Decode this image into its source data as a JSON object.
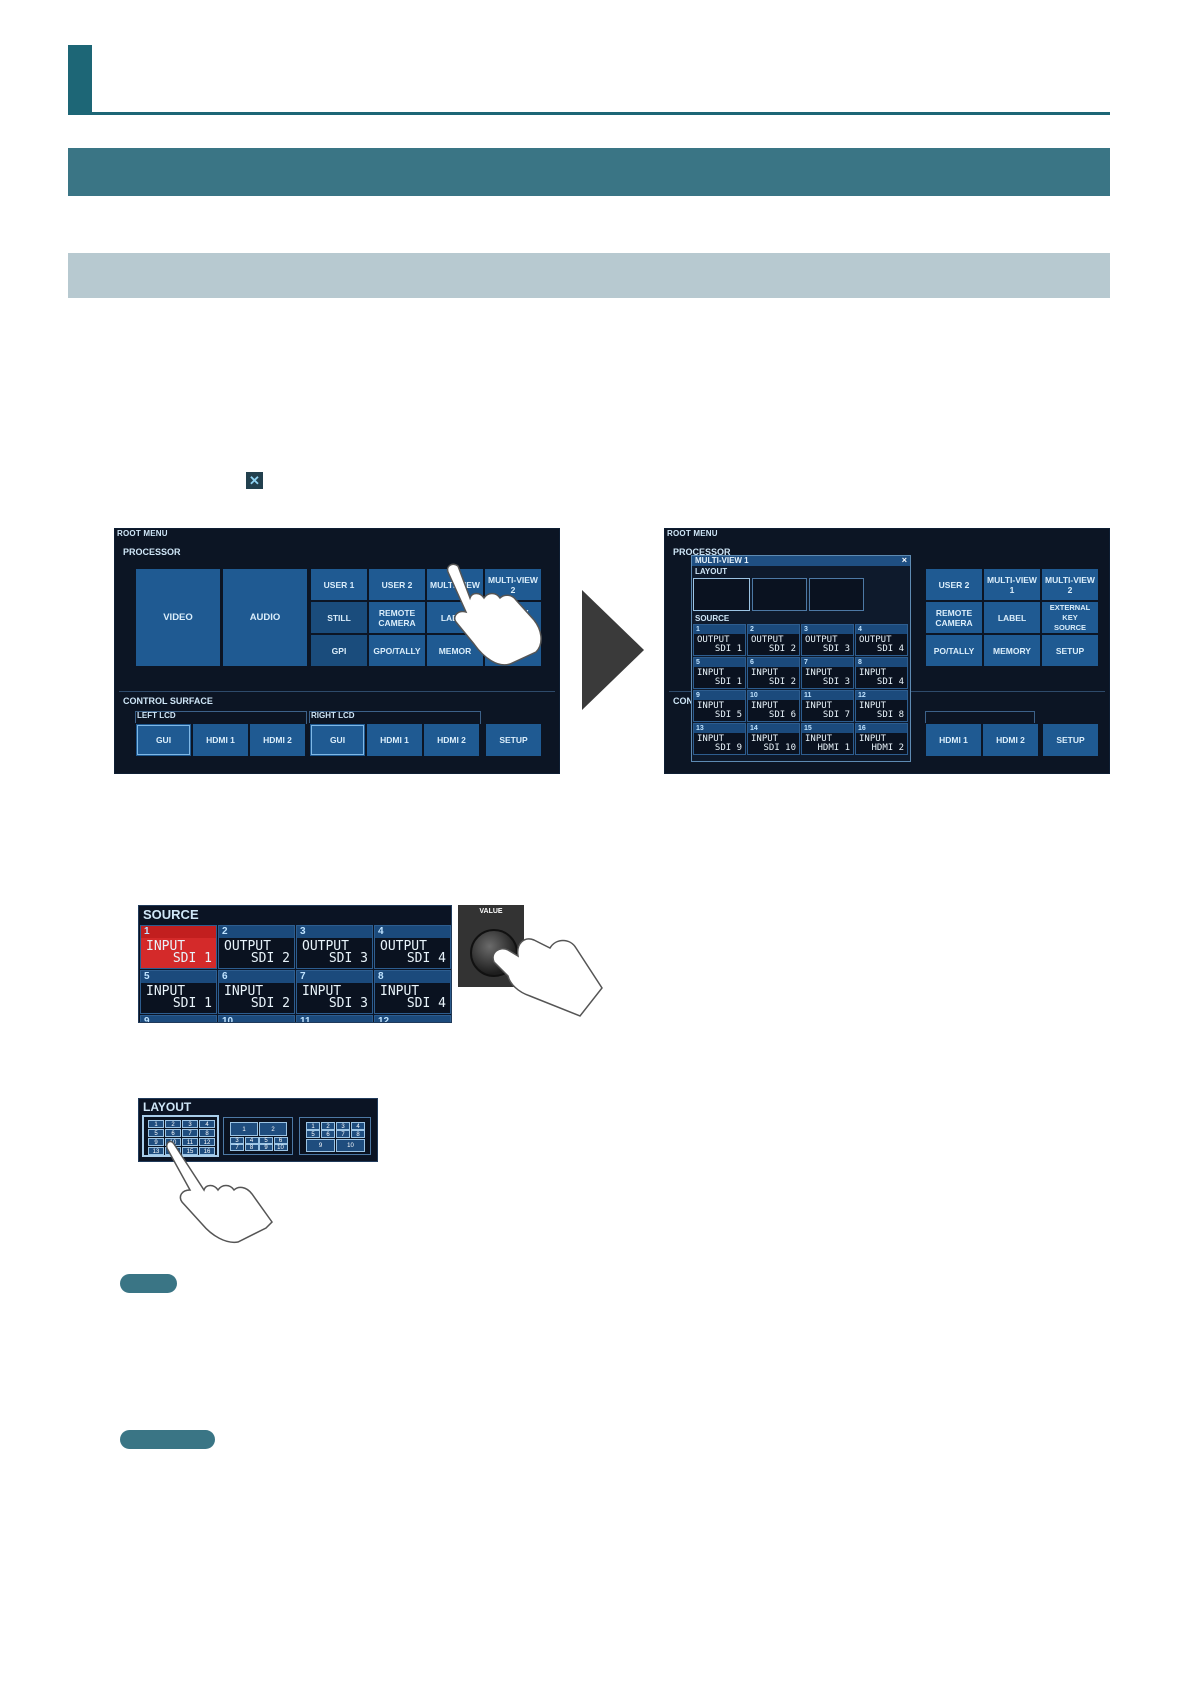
{
  "icons": {
    "close": "close-icon"
  },
  "screen1": {
    "title": "ROOT MENU",
    "processor_label": "PROCESSOR",
    "buttons": {
      "video": "VIDEO",
      "audio": "AUDIO",
      "user1": "USER 1",
      "user2": "USER 2",
      "mv1": "MULTI-VIEW",
      "mv2": "MULTI-VIEW\n2",
      "still": "STILL",
      "remote": "REMOTE\nCAMERA",
      "label": "LABEL",
      "extkey": "AL KEY\nE",
      "gpi": "GPI",
      "gpo": "GPO/TALLY",
      "memory": "MEMOR",
      "setup_top": ""
    },
    "control_surface": "CONTROL SURFACE",
    "left_lcd": "LEFT LCD",
    "right_lcd": "RIGHT LCD",
    "bottom": {
      "gui1": "GUI",
      "hdmi1a": "HDMI 1",
      "hdmi2a": "HDMI 2",
      "gui2": "GUI",
      "hdmi1b": "HDMI 1",
      "hdmi2b": "HDMI 2",
      "setup": "SETUP"
    }
  },
  "screen2": {
    "title": "ROOT MENU",
    "processor_label": "PROCESSOR",
    "popup_title": "MULTI-VIEW 1",
    "popup_close": "×",
    "layout_label": "LAYOUT",
    "source_label": "SOURCE",
    "right_buttons": {
      "user2": "USER 2",
      "mv1": "MULTI-VIEW\n1",
      "mv2": "MULTI-VIEW\n2",
      "remote": "REMOTE\nCAMERA",
      "label": "LABEL",
      "extkey": "EXTERNAL KEY\nSOURCE",
      "gpo": "PO/TALLY",
      "memory": "MEMORY",
      "setup": "SETUP"
    },
    "cs_fragment": "CON",
    "bottom": {
      "hdmi1": "HDMI 1",
      "hdmi2": "HDMI 2",
      "setup": "SETUP"
    },
    "sources": [
      {
        "n": "1",
        "a": "OUTPUT",
        "b": "SDI 1"
      },
      {
        "n": "2",
        "a": "OUTPUT",
        "b": "SDI 2"
      },
      {
        "n": "3",
        "a": "OUTPUT",
        "b": "SDI 3"
      },
      {
        "n": "4",
        "a": "OUTPUT",
        "b": "SDI 4"
      },
      {
        "n": "5",
        "a": "INPUT",
        "b": "SDI 1"
      },
      {
        "n": "6",
        "a": "INPUT",
        "b": "SDI 2"
      },
      {
        "n": "7",
        "a": "INPUT",
        "b": "SDI 3"
      },
      {
        "n": "8",
        "a": "INPUT",
        "b": "SDI 4"
      },
      {
        "n": "9",
        "a": "INPUT",
        "b": "SDI 5"
      },
      {
        "n": "10",
        "a": "INPUT",
        "b": "SDI 6"
      },
      {
        "n": "11",
        "a": "INPUT",
        "b": "SDI 7"
      },
      {
        "n": "12",
        "a": "INPUT",
        "b": "SDI 8"
      },
      {
        "n": "13",
        "a": "INPUT",
        "b": "SDI 9"
      },
      {
        "n": "14",
        "a": "INPUT",
        "b": "SDI 10"
      },
      {
        "n": "15",
        "a": "INPUT",
        "b": "HDMI 1"
      },
      {
        "n": "16",
        "a": "INPUT",
        "b": "HDMI 2"
      }
    ]
  },
  "zoom_source": {
    "title": "SOURCE",
    "cells": [
      {
        "n": "1",
        "a": "INPUT",
        "b": "SDI 1"
      },
      {
        "n": "2",
        "a": "OUTPUT",
        "b": "SDI 2"
      },
      {
        "n": "3",
        "a": "OUTPUT",
        "b": "SDI 3"
      },
      {
        "n": "4",
        "a": "OUTPUT",
        "b": "SDI 4"
      },
      {
        "n": "5",
        "a": "INPUT",
        "b": "SDI 1"
      },
      {
        "n": "6",
        "a": "INPUT",
        "b": "SDI 2"
      },
      {
        "n": "7",
        "a": "INPUT",
        "b": "SDI 3"
      },
      {
        "n": "8",
        "a": "INPUT",
        "b": "SDI 4"
      }
    ],
    "next_row": [
      "9",
      "10",
      "11",
      "12"
    ],
    "highlight_color": "#d42a2a"
  },
  "knob": {
    "label": "VALUE"
  },
  "zoom_layout": {
    "title": "LAYOUT"
  },
  "layout_numbers": {
    "grid16": [
      "1",
      "2",
      "3",
      "4",
      "5",
      "6",
      "7",
      "8",
      "9",
      "10",
      "11",
      "12",
      "13",
      "14",
      "15",
      "16"
    ],
    "grid10_top": [
      "1",
      "2"
    ],
    "grid10_mid": [
      "3",
      "4",
      "5",
      "6",
      "7",
      "8",
      "9",
      "10"
    ],
    "grid10b_small": [
      "1",
      "2",
      "3",
      "4",
      "5",
      "6",
      "7",
      "8"
    ],
    "grid10b_big": [
      "9",
      "10"
    ]
  },
  "colors": {
    "accent": "#1d6676",
    "band_dark": "#3a7585",
    "band_light": "#b7c9d0",
    "button": "#1f5a92"
  }
}
